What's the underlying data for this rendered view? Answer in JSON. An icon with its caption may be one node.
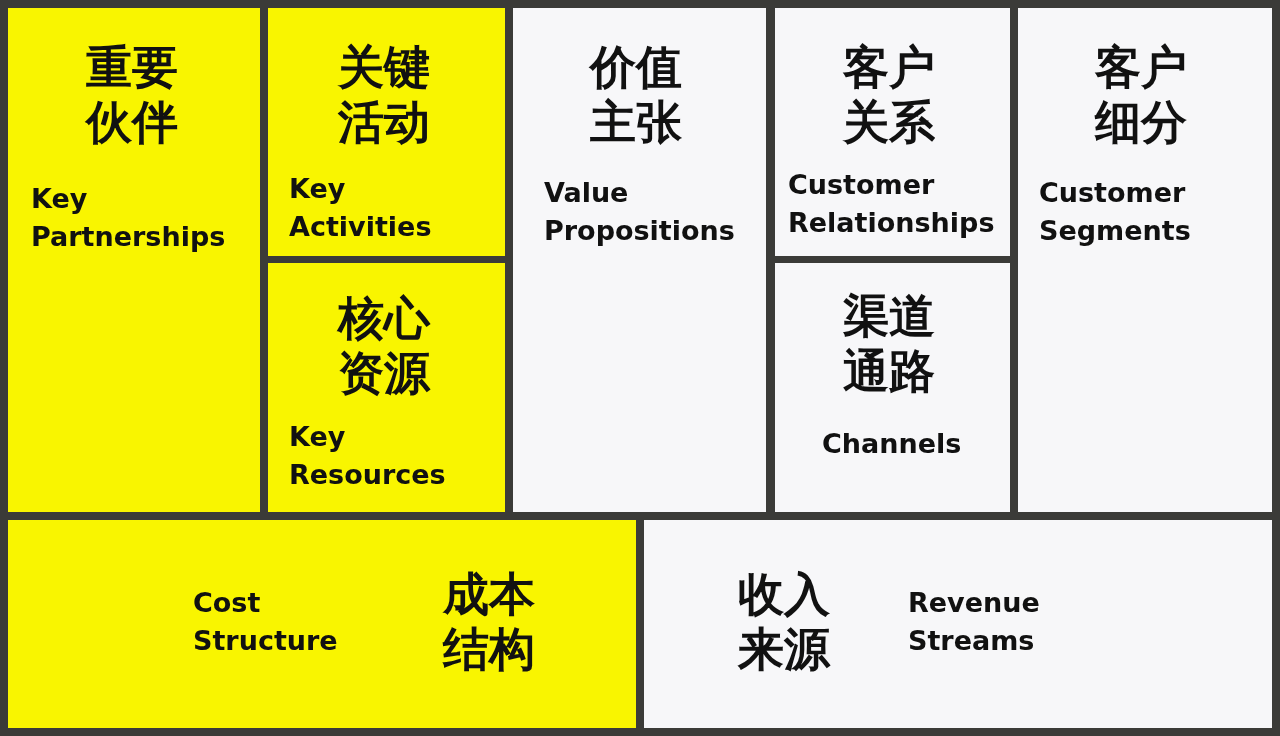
{
  "diagram": {
    "nodes": [
      {
        "text": [
          "重要伙伴",
          "Key Partnerships"
        ]
      },
      {
        "text": [
          "关键活动",
          "Key Activities"
        ]
      },
      {
        "text": [
          "核心资源",
          "Key Resources"
        ]
      },
      {
        "text": [
          "价值主张",
          "Value Propositions"
        ]
      },
      {
        "text": [
          "客户关系",
          "Customer Relationships"
        ]
      },
      {
        "text": [
          "渠道通路",
          "Channels"
        ]
      },
      {
        "text": [
          "客户细分",
          "Customer Segments"
        ]
      },
      {
        "text": [
          "Cost Structure",
          "成本结构"
        ]
      },
      {
        "text": [
          "收入来源",
          "Revenue Streams"
        ]
      }
    ]
  }
}
